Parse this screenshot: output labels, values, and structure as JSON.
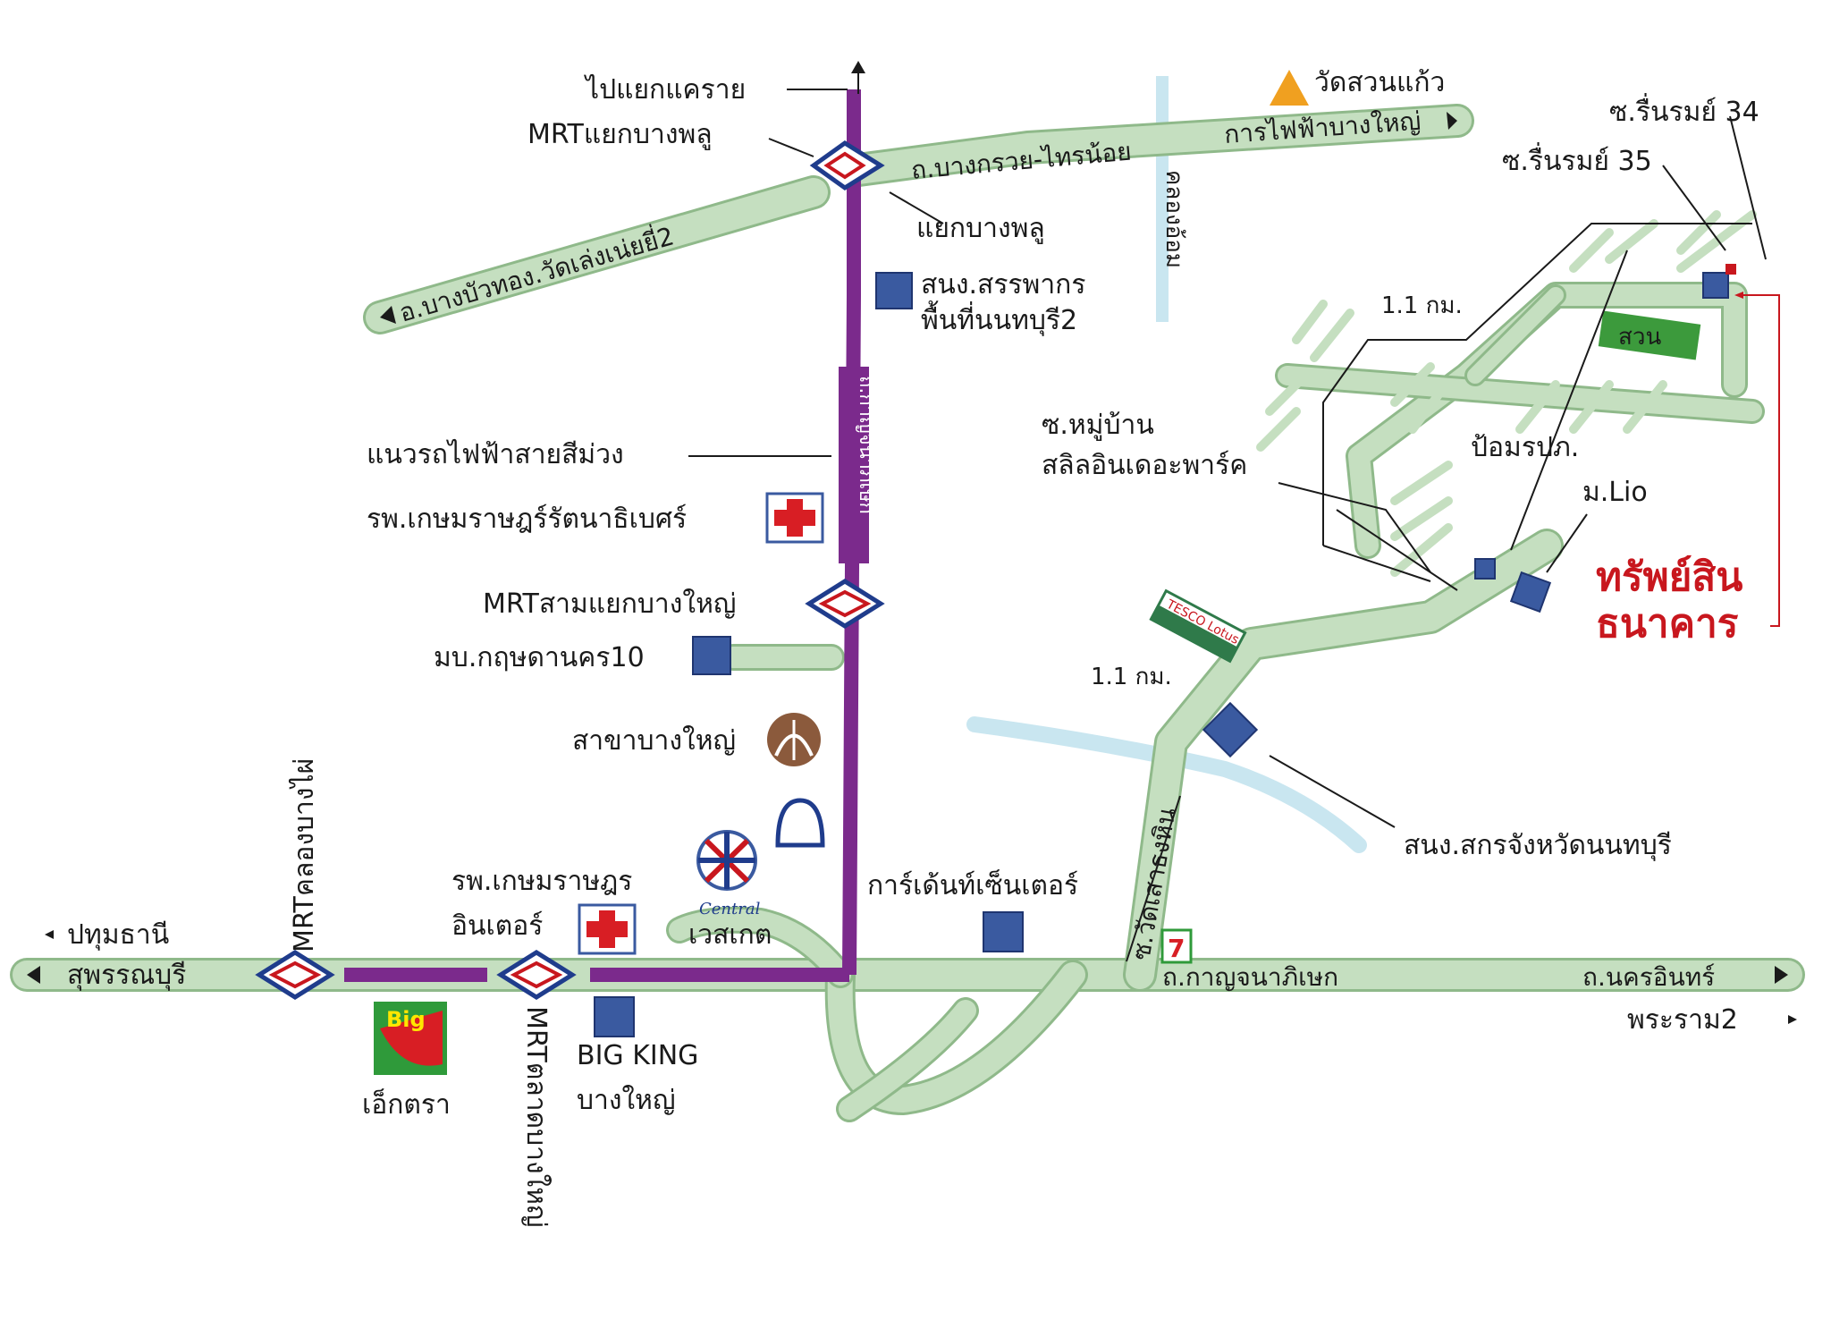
{
  "colors": {
    "road": "#c5dfc0",
    "road_edge": "#8fb98a",
    "mrt_purple": "#7b2a8c",
    "building": "#3a5aa0",
    "water": "#c9e6f0",
    "highlight_red": "#c8171e",
    "temple": "#f0a020"
  },
  "labels": {
    "to_khae_rai": "ไปแยกแคราย",
    "mrt_bang_phlu": "MRTแยกบางพลู",
    "bang_phlu_junction": "แยกบางพลู",
    "road_bang_kruai": "ถ.บางกรวย-ไทรน้อย",
    "bang_yai_electric": "การไฟฟ้าบางใหญ่",
    "wat_suan_kaeo": "วัดสวนแก้ว",
    "khlong_om": "คลองอ้อม",
    "road_bang_bua_thong": "อ.บางบัวทอง.วัดเล่งเน่ยยี่2",
    "revenue_office_1": "สนง.สรรพากร",
    "revenue_office_2": "พื้นที่นนทบุรี2",
    "purple_line_label": "แนวรถไฟฟ้าสายสีม่วง",
    "purple_road_text": "ถ.กาญจนาภิเษก",
    "kasemrad_ratanathibet": "รพ.เกษมราษฎร์รัตนาธิเบศร์",
    "mrt_sam_yaek_bang_yai": "MRTสามแยกบางใหญ่",
    "kritsada_nakhon": "มบ.กฤษดานคร10",
    "branch_bang_yai": "สาขาบางใหญ่",
    "mrt_khlong_bang_phai": "MRTคลองบางไผ่",
    "pathum_thani": "ปทุมธานี",
    "suphan_buri": "สุพรรณบุรี",
    "kasemrad_inter_1": "รพ.เกษมราษฎร",
    "kasemrad_inter_2": "อินเตอร์",
    "central_westgate": "เวสเกต",
    "central_logo": "Central",
    "garden_center": "การ์เด้นท์เซ็นเตอร์",
    "big_logo": "Big",
    "ekkamai": "เอ็กตรา",
    "mrt_talat_bang_yai": "MRTตลาดบางใหญ่",
    "big_king_1": "BIG KING",
    "big_king_2": "บางใหญ่",
    "road_kanchanaphisek": "ถ.กาญจนาภิเษก",
    "road_nakhon_in": "ถ.นครอินทร์",
    "rama2": "พระราม2",
    "soi_rinrom_34": "ซ.รื่นรมย์ 34",
    "soi_rinrom_35": "ซ.รื่นรมย์ 35",
    "dist_top": "1.1 กม.",
    "dist_bottom": "1.1 กม.",
    "garden": "สวน",
    "soi_village_1": "ซ.หมู่บ้าน",
    "soi_village_2": "สลิลอินเดอะพาร์ค",
    "police_box": "ป้อมรปภ.",
    "m_lio": "ม.Lio",
    "property_1": "ทรัพย์สิน",
    "property_2": "ธนาคาร",
    "soi_wat_sao_thong": "ซ.วัดเสาธงหิน",
    "land_office": "สนง.สกรจังหวัดนนทบุรี",
    "tesco": "TESCO Lotus",
    "seven_eleven": "7"
  }
}
